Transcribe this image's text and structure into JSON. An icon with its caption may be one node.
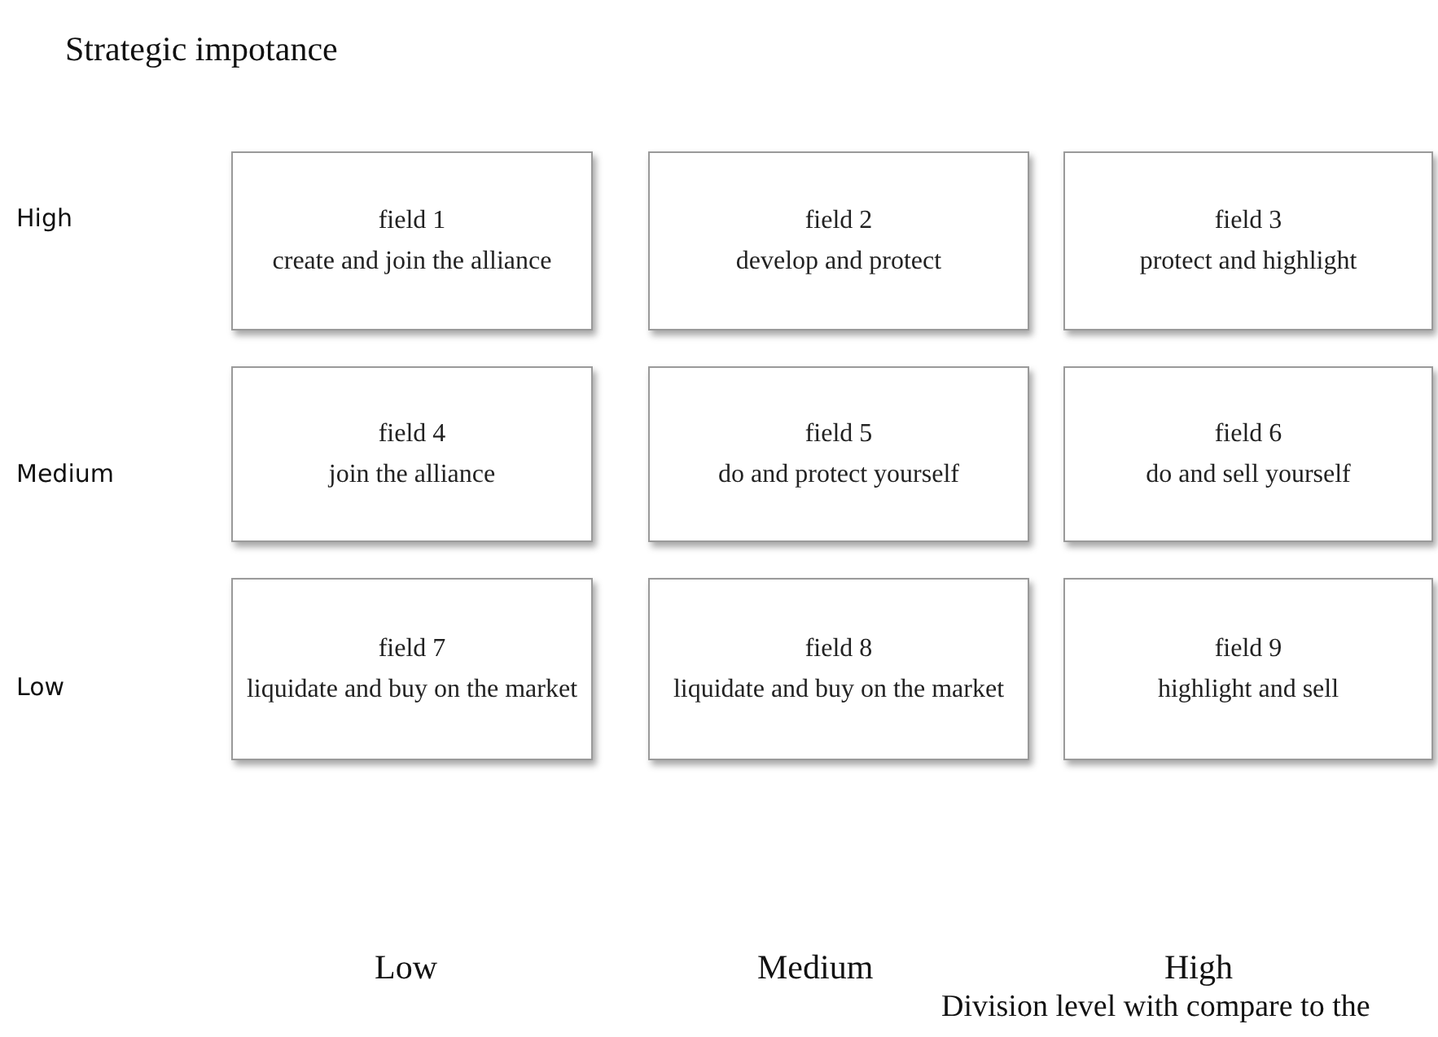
{
  "diagram": {
    "nodes": [
      {
        "text": [
          "field 1",
          "create and join the alliance"
        ]
      },
      {
        "text": [
          "field 2",
          "develop and protect"
        ]
      },
      {
        "text": [
          "field 3",
          "protect and highlight"
        ]
      },
      {
        "text": [
          "field 4",
          "join the alliance"
        ]
      },
      {
        "text": [
          "field 5",
          "do and protect yourself"
        ]
      },
      {
        "text": [
          "field 6",
          "do and sell yourself"
        ]
      },
      {
        "text": [
          "field 7",
          "liquidate and buy on the market"
        ]
      },
      {
        "text": [
          "field 8",
          "liquidate and buy on the market"
        ]
      },
      {
        "text": [
          "field 9",
          "highlight and sell"
        ]
      }
    ],
    "labels": [
      "Strategic impotance",
      "High",
      "Medium",
      "Low",
      "Low",
      "Medium",
      "High",
      "Division level with compare to the"
    ]
  }
}
